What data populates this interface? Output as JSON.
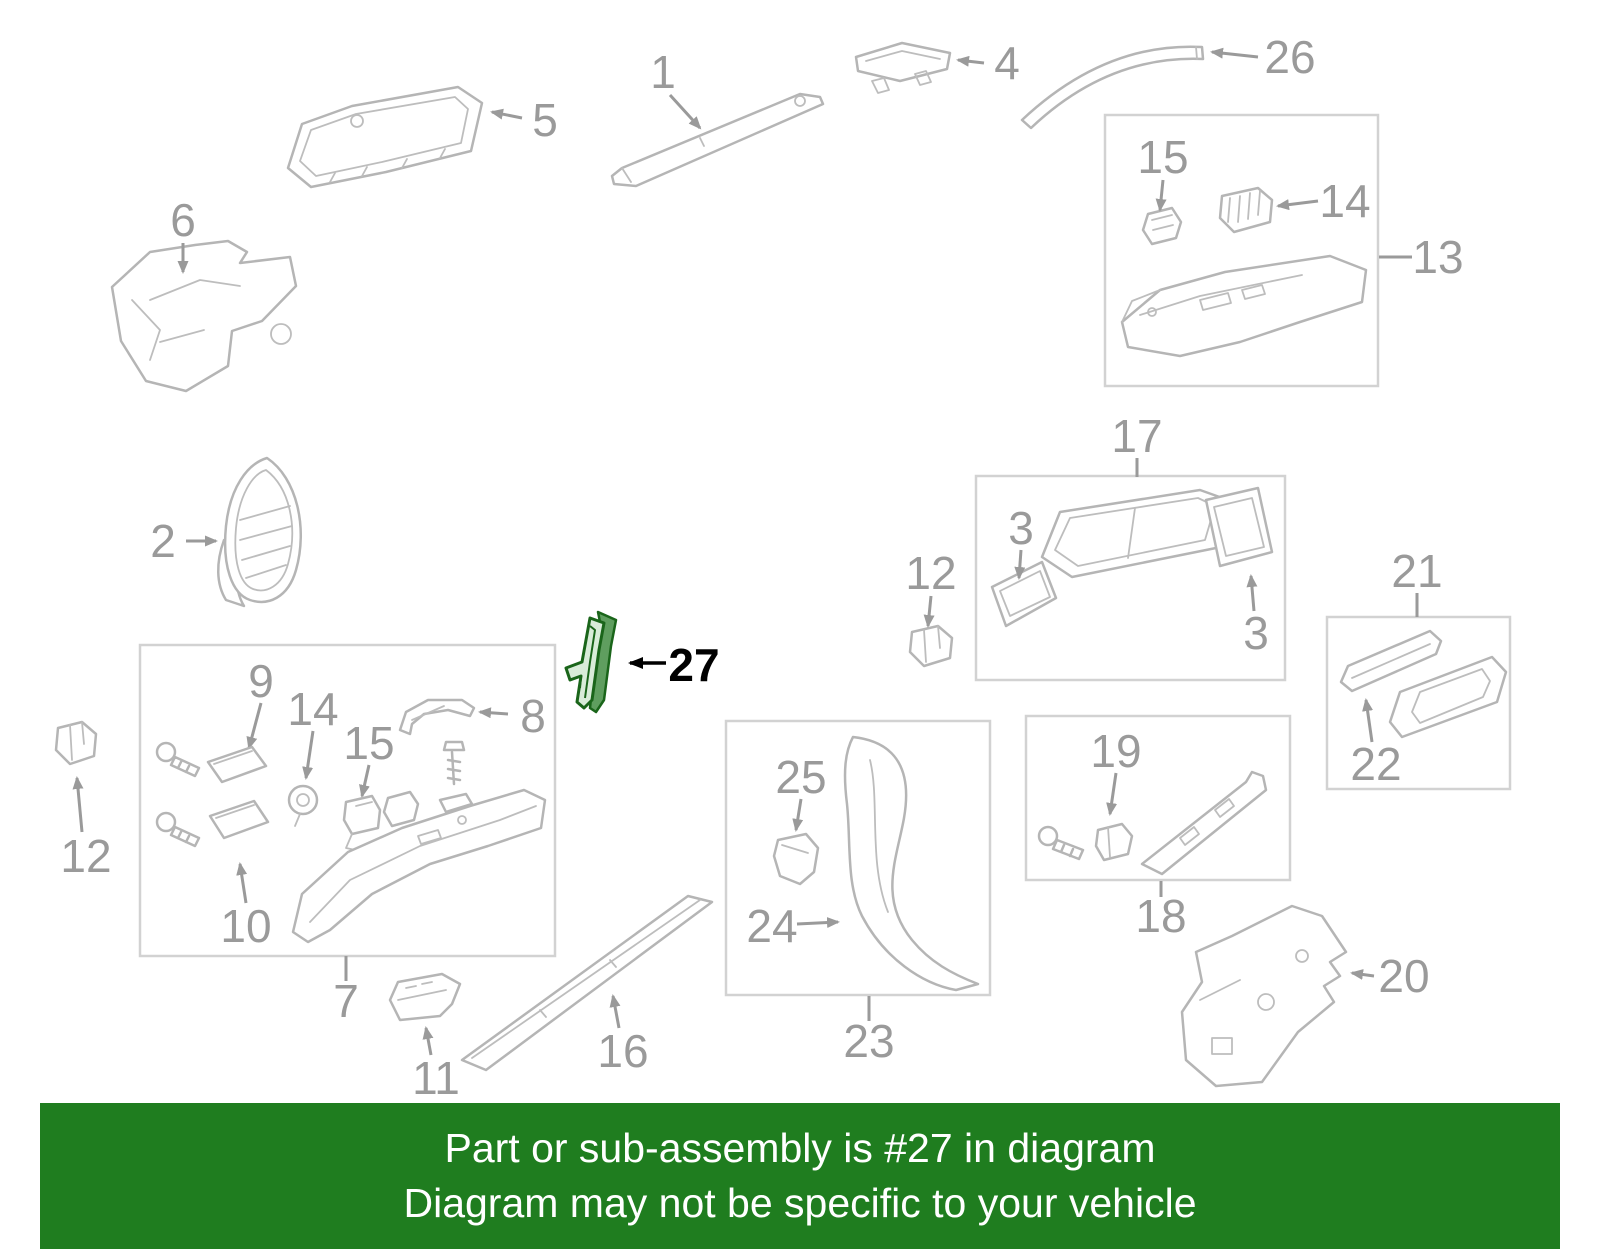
{
  "banner": {
    "line1": "Part or sub-assembly is #27 in diagram",
    "line2": "Diagram may not be specific to your vehicle",
    "bg_color": "#1f7d1f",
    "text_color": "#ffffff"
  },
  "colors": {
    "part_stroke": "#b5b5b5",
    "box_stroke": "#d2d2d2",
    "label_color": "#9a9a9a",
    "highlight_part_stroke": "#1a651a",
    "highlight_label_color": "#000000"
  },
  "labels": [
    {
      "part": "1",
      "text": "1"
    },
    {
      "part": "5",
      "text": "5"
    },
    {
      "part": "4",
      "text": "4"
    },
    {
      "part": "26",
      "text": "26"
    },
    {
      "part": "6",
      "text": "6"
    },
    {
      "part": "15-box13",
      "text": "15"
    },
    {
      "part": "14-box13",
      "text": "14"
    },
    {
      "part": "13",
      "text": "13"
    },
    {
      "part": "17",
      "text": "17"
    },
    {
      "part": "2",
      "text": "2"
    },
    {
      "part": "3-left",
      "text": "3"
    },
    {
      "part": "12-mid",
      "text": "12"
    },
    {
      "part": "3-right",
      "text": "3"
    },
    {
      "part": "21",
      "text": "21"
    },
    {
      "part": "27",
      "text": "27"
    },
    {
      "part": "9",
      "text": "9"
    },
    {
      "part": "14-box7",
      "text": "14"
    },
    {
      "part": "15-box7",
      "text": "15"
    },
    {
      "part": "8",
      "text": "8"
    },
    {
      "part": "12-left",
      "text": "12"
    },
    {
      "part": "25",
      "text": "25"
    },
    {
      "part": "19",
      "text": "19"
    },
    {
      "part": "22",
      "text": "22"
    },
    {
      "part": "10",
      "text": "10"
    },
    {
      "part": "24",
      "text": "24"
    },
    {
      "part": "18",
      "text": "18"
    },
    {
      "part": "7",
      "text": "7"
    },
    {
      "part": "20",
      "text": "20"
    },
    {
      "part": "11",
      "text": "11"
    },
    {
      "part": "16",
      "text": "16"
    },
    {
      "part": "23",
      "text": "23"
    }
  ]
}
